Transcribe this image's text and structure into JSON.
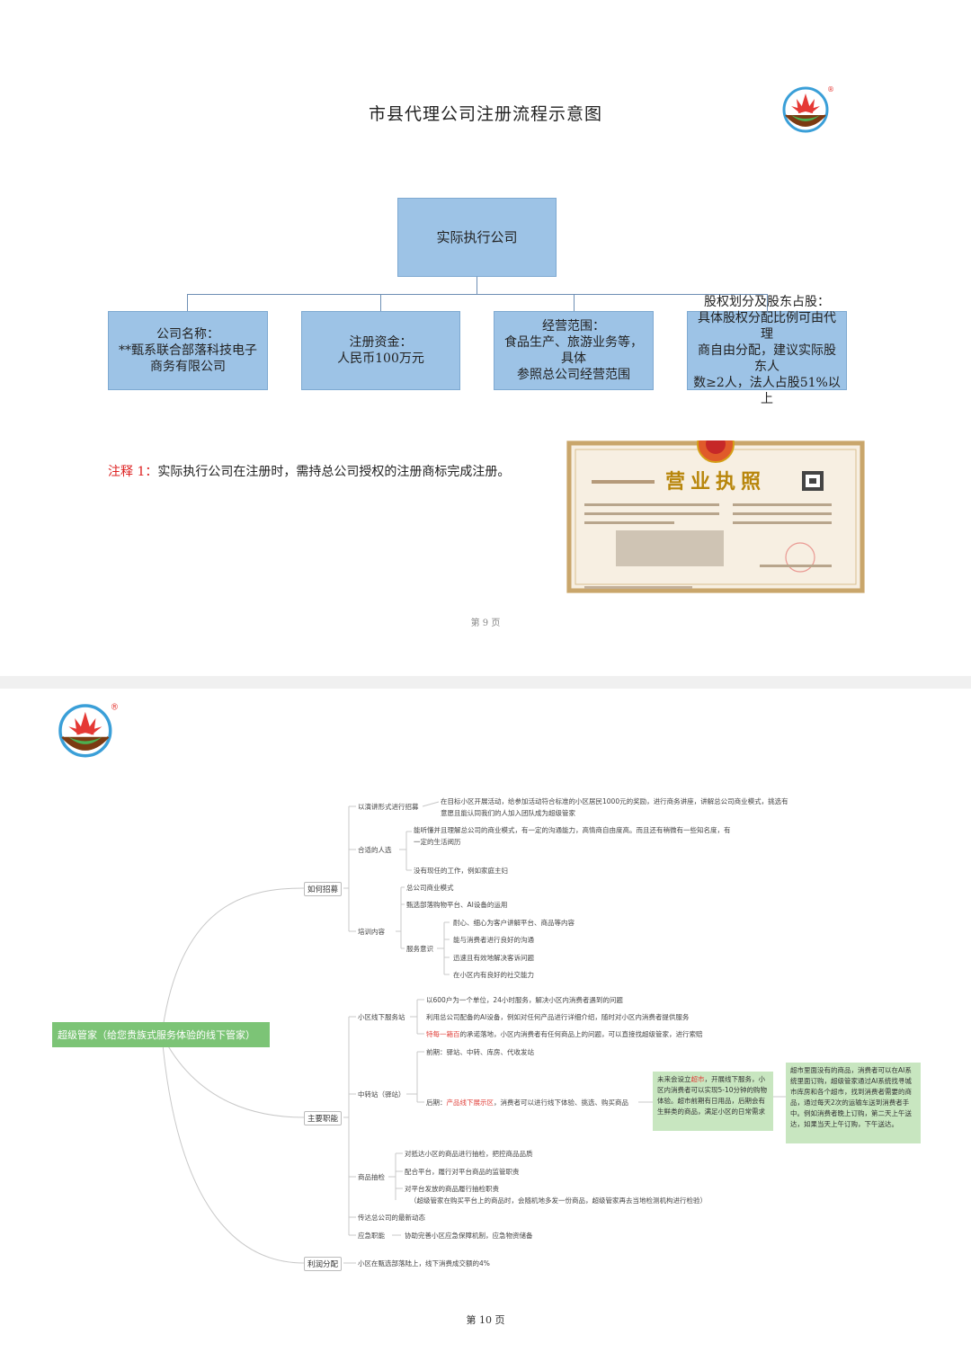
{
  "page1": {
    "title": "市县代理公司注册流程示意图",
    "top_box": "实际执行公司",
    "boxes": [
      {
        "line1": "公司名称：",
        "line2": "**甄系联合部落科技电子",
        "line3": "商务有限公司"
      },
      {
        "line1": "注册资金：",
        "line2": "人民币100万元",
        "line3": ""
      },
      {
        "line1": "经营范围：",
        "line2": "食品生产、旅游业务等，具体",
        "line3": "参照总公司经营范围"
      },
      {
        "line1": "股权划分及股东占股：",
        "line2": "具体股权分配比例可由代理",
        "line3": "商自由分配，建议实际股东人",
        "line4": "数≥2人，法人占股51%以上"
      }
    ],
    "note_label": "注释 1：",
    "note_text": "实际执行公司在注册时，需持总公司授权的注册商标完成注册。",
    "license_title": "营业执照",
    "page_number": "第 9 页"
  },
  "page2": {
    "root": "超级管家（给您贵族式服务体验的线下管家）",
    "branches": {
      "recruit": "如何招募",
      "duty": "主要职能",
      "profit": "利润分配"
    },
    "recruit": {
      "speech": "以演讲形式进行招募",
      "speech_text1": "在目标小区开展活动，给参加活动符合标准的小区居民1000元的奖励，进行商务讲座，讲解总公司商业模式，挑选有",
      "speech_text2": "意愿且能认同我们的人加入团队成为超级管家",
      "suitable": "合适的人选",
      "suitable_1a": "能听懂并且理解总公司的商业模式，有一定的沟通能力，高情商自由度高。而且还有稍微有一些知名度，有",
      "suitable_1b": "一定的生活阅历",
      "suitable_2": "没有现任的工作，例如家庭主妇",
      "training": "培训内容",
      "train_1": "总公司商业模式",
      "train_2": "甄选部落购物平台、AI设备的运用",
      "service": "服务意识",
      "service_1": "耐心、细心为客户讲解平台、商品等内容",
      "service_2": "能与消费者进行良好的沟通",
      "service_3": "迅速且有效地解决客诉问题",
      "service_4": "在小区内有良好的社交能力"
    },
    "duty": {
      "station": "小区线下服务站",
      "station_1": "以600户为一个单位，24小时服务，解决小区内消费者遇到的问题",
      "station_2": "利用总公司配备的AI设备，例如对任何产品进行详细介绍，随时对小区内消费者提供服务",
      "station_3a": "特每一箱百",
      "station_3b": "的承诺落地，小区内消费者有任何商品上的问题，可以直接找超级管家，进行索赔",
      "relay": "中转站（驿站）",
      "relay_1": "前期：驿站、中转、库房、代收发站",
      "relay_2a": "后期：",
      "relay_2b": "产品线下展示区",
      "relay_2c": "，消费者可以进行线下体验、挑选、购买商品",
      "green1_a": "未来会设立",
      "green1_b": "超市",
      "green1_c": "，开展线下服务，小区内消费者可以实现5-10分钟的购物体验。超市前期有日用品，后期会有生鲜类的商品，满足小区的日常需求",
      "green2": "超市里面没有的商品，消费者可以在AI系统里面订购，超级管家通过AI系统找寻城市库房和各个超市，找到消费者需要的商品，通过每天2次的运输车送到消费者手中。例如消费者晚上订购，第二天上午送达，如果当天上午订购，下午送达。",
      "goods": "商品抽检",
      "goods_1": "对抵达小区的商品进行抽检，把控商品品质",
      "goods_2": "配合平台，履行对平台商品的监管职责",
      "goods_3a": "对平台发放的商品履行抽检职责",
      "goods_3b": "（超级管家在购买平台上的商品时，会随机地多发一份商品，超级管家再去当地检测机构进行检验）",
      "news": "传达总公司的最新动态",
      "emergency": "应急职能",
      "emergency_1": "协助完善小区应急保障机制，应急物资储备"
    },
    "profit": {
      "text": "小区在甄选部落陆上，线下消费成交额的4%"
    },
    "page_number": "第 10 页"
  },
  "colors": {
    "box_fill": "#9dc3e6",
    "root_green": "#7cc476",
    "note_red": "#dd2222"
  }
}
